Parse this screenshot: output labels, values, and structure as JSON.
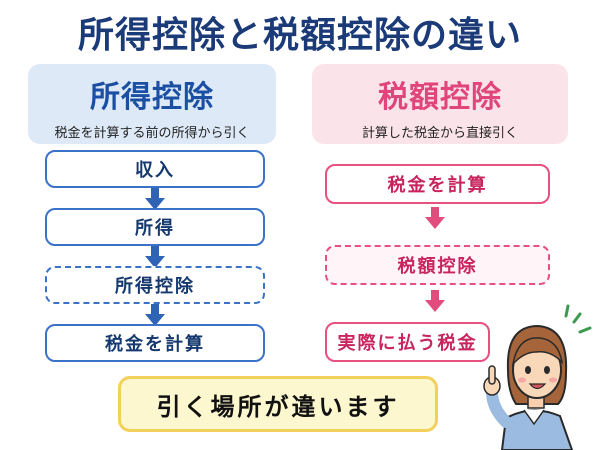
{
  "title": "所得控除と税額控除の違い",
  "left": {
    "heading": "所得控除",
    "subheading": "税金を計算する前の所得から引く",
    "steps": [
      "収入",
      "所得",
      "所得控除",
      "税金を計算"
    ]
  },
  "right": {
    "heading": "税額控除",
    "subheading": "計算した税金から直接引く",
    "steps": [
      "税金を計算",
      "税額控除",
      "実際に払う税金"
    ]
  },
  "conclusion": "引く場所が違います",
  "colors": {
    "title": "#1b3a78",
    "blue_accent": "#3a72c8",
    "pink_accent": "#e8507f",
    "conclusion_bg": "#fdf7cf"
  }
}
